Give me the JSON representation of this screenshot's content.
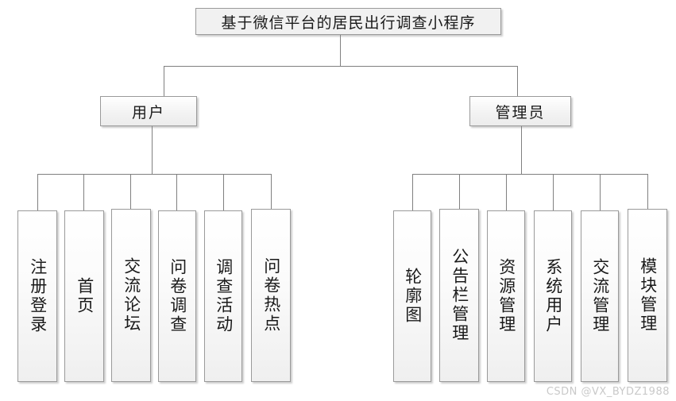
{
  "diagram": {
    "title": "基于微信平台的居民出行调查小程序",
    "root": {
      "label": "基于微信平台的居民出行调查小程序"
    },
    "branches": [
      {
        "id": "user",
        "label": "用户",
        "leaves": [
          {
            "label": "注册登录"
          },
          {
            "label": "首页"
          },
          {
            "label": "交流论坛"
          },
          {
            "label": "问卷调查"
          },
          {
            "label": "调查活动"
          },
          {
            "label": "问卷热点"
          }
        ]
      },
      {
        "id": "admin",
        "label": "管理员",
        "leaves": [
          {
            "label": "轮廓图"
          },
          {
            "label": "公告栏管理"
          },
          {
            "label": "资源管理"
          },
          {
            "label": "系统用户"
          },
          {
            "label": "交流管理"
          },
          {
            "label": "模块管理"
          }
        ]
      }
    ]
  },
  "watermark": {
    "text": "CSDN @VX_BYDZ1988"
  },
  "colors": {
    "line": "#808080",
    "box_border": "#9a9a9a",
    "root_fill": "#f1f1f1",
    "leaf_fill_top": "#ffffff",
    "leaf_fill_bottom": "#efefef",
    "text": "#1a1a1a",
    "watermark": "#c9c9c9"
  }
}
